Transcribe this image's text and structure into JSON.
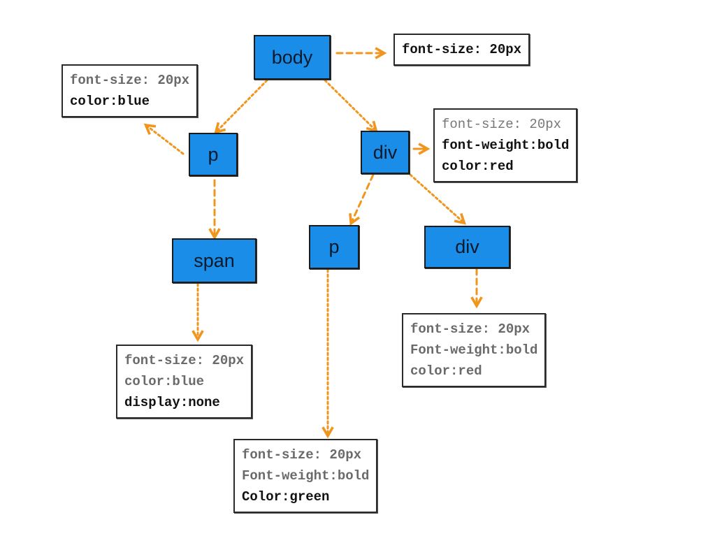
{
  "colors": {
    "node_fill": "#1a8de8",
    "arrow": "#f0961f",
    "inherited_text": "#6a6a6a",
    "own_text": "#111111"
  },
  "nodes": {
    "body": "body",
    "p_left": "p",
    "span": "span",
    "div_mid": "div",
    "p_mid": "p",
    "div_right": "div"
  },
  "styles": {
    "body": [
      "font-size: 20px"
    ],
    "p_left": [
      "font-size: 20px",
      "color:blue"
    ],
    "span": [
      "font-size: 20px",
      "color:blue",
      "display:none"
    ],
    "div_mid": [
      "font-size: 20px",
      "font-weight:bold",
      "color:red"
    ],
    "div_right": [
      "font-size: 20px",
      "Font-weight:bold",
      "color:red"
    ],
    "p_mid": [
      "font-size: 20px",
      "Font-weight:bold",
      "Color:green"
    ]
  }
}
